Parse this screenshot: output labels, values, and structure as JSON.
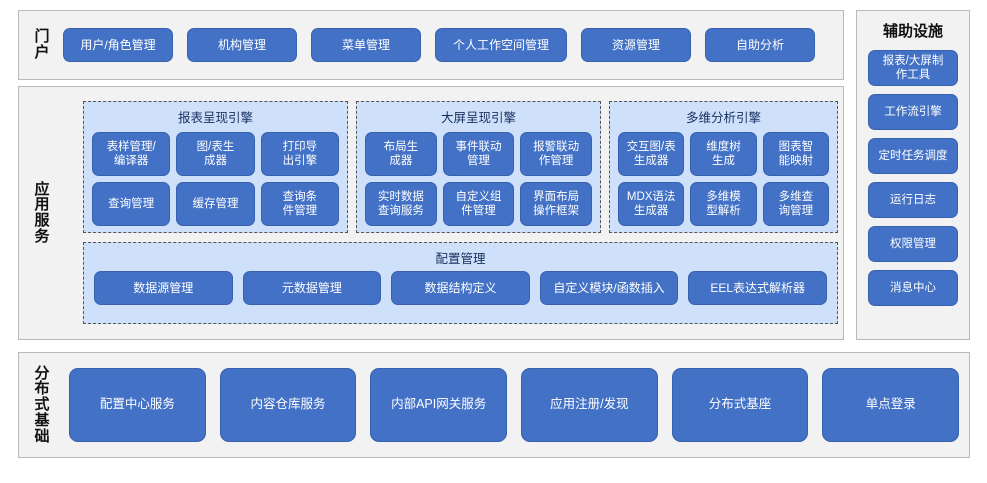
{
  "portal": {
    "label": "门户",
    "items": [
      {
        "name": "user-role-management",
        "label": "用户/角色管理",
        "width": 110
      },
      {
        "name": "org-management",
        "label": "机构管理",
        "width": 110
      },
      {
        "name": "menu-management",
        "label": "菜单管理",
        "width": 110
      },
      {
        "name": "personal-workspace-management",
        "label": "个人工作空间管理",
        "width": 132
      },
      {
        "name": "resource-management",
        "label": "资源管理",
        "width": 110
      },
      {
        "name": "self-service-analysis",
        "label": "自助分析",
        "width": 110
      }
    ]
  },
  "aux": {
    "title": "辅助设施",
    "items": [
      {
        "name": "report-screen-authoring-tool",
        "label": "报表/大屏制\n作工具"
      },
      {
        "name": "workflow-engine",
        "label": "工作流引擎"
      },
      {
        "name": "scheduled-task-scheduler",
        "label": "定时任务调度"
      },
      {
        "name": "runtime-log",
        "label": "运行日志"
      },
      {
        "name": "permission-management",
        "label": "权限管理"
      },
      {
        "name": "message-center",
        "label": "消息中心"
      }
    ]
  },
  "app_services": {
    "label": "应用服务",
    "engines": [
      {
        "name": "report-rendering-engine",
        "title": "报表呈现引擎",
        "items": [
          {
            "name": "form-template-management-compiler",
            "label": "表样管理/\n编译器"
          },
          {
            "name": "chart-table-generator",
            "label": "图/表生\n成器"
          },
          {
            "name": "print-export-engine",
            "label": "打印导\n出引擎"
          },
          {
            "name": "query-management",
            "label": "查询管理"
          },
          {
            "name": "cache-management",
            "label": "缓存管理"
          },
          {
            "name": "query-condition-management",
            "label": "查询条\n件管理"
          }
        ]
      },
      {
        "name": "large-screen-rendering-engine",
        "title": "大屏呈现引擎",
        "items": [
          {
            "name": "layout-generator",
            "label": "布局生\n成器"
          },
          {
            "name": "event-linkage-management",
            "label": "事件联动\n管理"
          },
          {
            "name": "alarm-linkage-action-management",
            "label": "报警联动\n作管理"
          },
          {
            "name": "realtime-data-query-service",
            "label": "实时数据\n查询服务"
          },
          {
            "name": "custom-component-management",
            "label": "自定义组\n件管理"
          },
          {
            "name": "ui-layout-operation-framework",
            "label": "界面布局\n操作框架"
          }
        ]
      },
      {
        "name": "multidimensional-analysis-engine",
        "title": "多维分析引擎",
        "items": [
          {
            "name": "interactive-chart-table-generator",
            "label": "交互图/表\n生成器"
          },
          {
            "name": "dimension-tree-generation",
            "label": "维度树\n生成"
          },
          {
            "name": "chart-intelligent-mapping",
            "label": "图表智\n能映射"
          },
          {
            "name": "mdx-syntax-generator",
            "label": "MDX语法\n生成器"
          },
          {
            "name": "multidimensional-model-parsing",
            "label": "多维模\n型解析"
          },
          {
            "name": "multidimensional-query-management",
            "label": "多维查\n询管理"
          }
        ]
      }
    ],
    "config": {
      "name": "configuration-management",
      "title": "配置管理",
      "items": [
        {
          "name": "datasource-management",
          "label": "数据源管理"
        },
        {
          "name": "metadata-management",
          "label": "元数据管理"
        },
        {
          "name": "data-structure-definition",
          "label": "数据结构定义"
        },
        {
          "name": "custom-module-function-insertion",
          "label": "自定义模块/函数插入"
        },
        {
          "name": "eel-expression-parser",
          "label": "EEL表达式解析器"
        }
      ]
    }
  },
  "distributed": {
    "label": "分布式基础",
    "items": [
      {
        "name": "config-center-service",
        "label": "配置中心服务"
      },
      {
        "name": "content-repository-service",
        "label": "内容仓库服务"
      },
      {
        "name": "internal-api-gateway-service",
        "label": "内部API网关服务"
      },
      {
        "name": "app-registration-discovery",
        "label": "应用注册/发现"
      },
      {
        "name": "distributed-base",
        "label": "分布式基座"
      },
      {
        "name": "single-sign-on",
        "label": "单点登录"
      }
    ]
  },
  "colors": {
    "button_blue": "#4271c6",
    "panel_light_blue": "#cfe0fb",
    "section_gray": "#f2f2f2",
    "border_gray": "#b9b9b9",
    "title_text": "#16305e"
  }
}
